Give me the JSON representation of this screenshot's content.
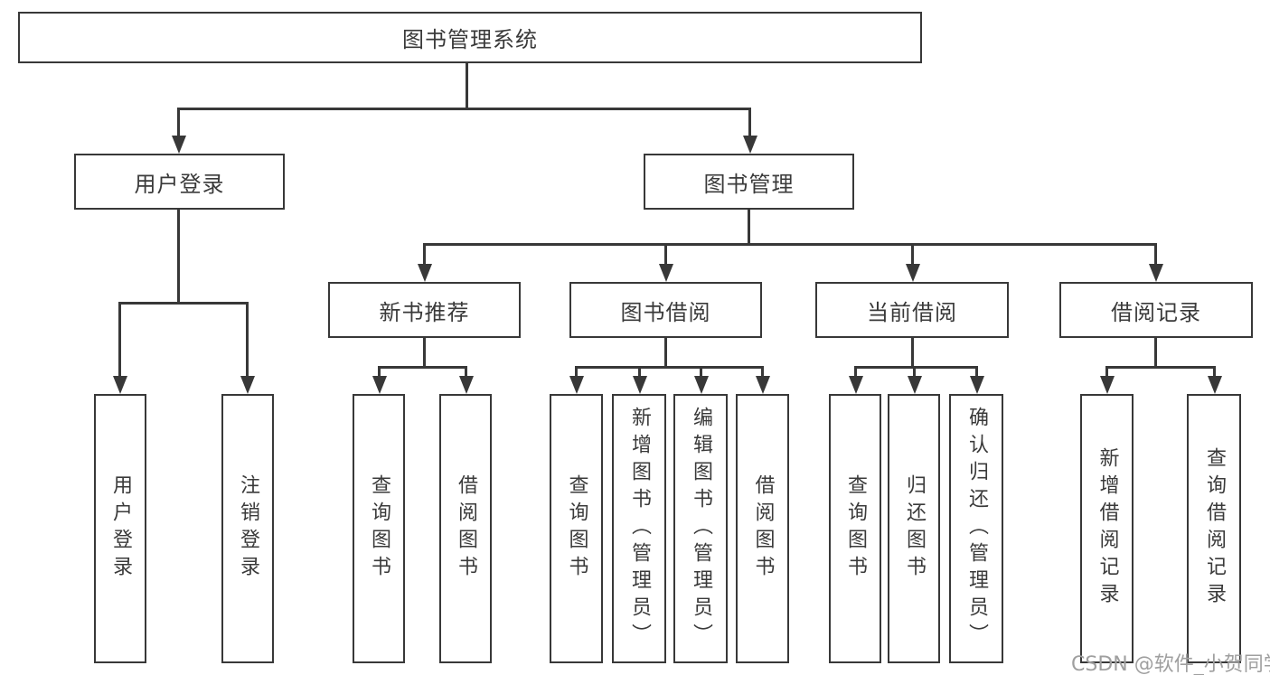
{
  "diagram_title": "图书管理系统",
  "tree": {
    "label": "图书管理系统",
    "children": [
      {
        "label": "用户登录",
        "children": [
          {
            "label": "用户登录"
          },
          {
            "label": "注销登录"
          }
        ]
      },
      {
        "label": "图书管理",
        "children": [
          {
            "label": "新书推荐",
            "children": [
              {
                "label": "查询图书"
              },
              {
                "label": "借阅图书"
              }
            ]
          },
          {
            "label": "图书借阅",
            "children": [
              {
                "label": "查询图书"
              },
              {
                "label": "新增图书（管理员）"
              },
              {
                "label": "编辑图书（管理员）"
              },
              {
                "label": "借阅图书"
              }
            ]
          },
          {
            "label": "当前借阅",
            "children": [
              {
                "label": "查询图书"
              },
              {
                "label": "归还图书"
              },
              {
                "label": "确认归还（管理员）"
              }
            ]
          },
          {
            "label": "借阅记录",
            "children": [
              {
                "label": "新增借阅记录"
              },
              {
                "label": "查询借阅记录"
              }
            ]
          }
        ]
      }
    ]
  },
  "watermark": {
    "text": "CSDN @软件_小贺同学"
  },
  "colors": {
    "line": "#383838",
    "box_border": "#383838",
    "text": "#3a3a3a",
    "watermark": "#9f9f9f",
    "background": "#ffffff"
  }
}
